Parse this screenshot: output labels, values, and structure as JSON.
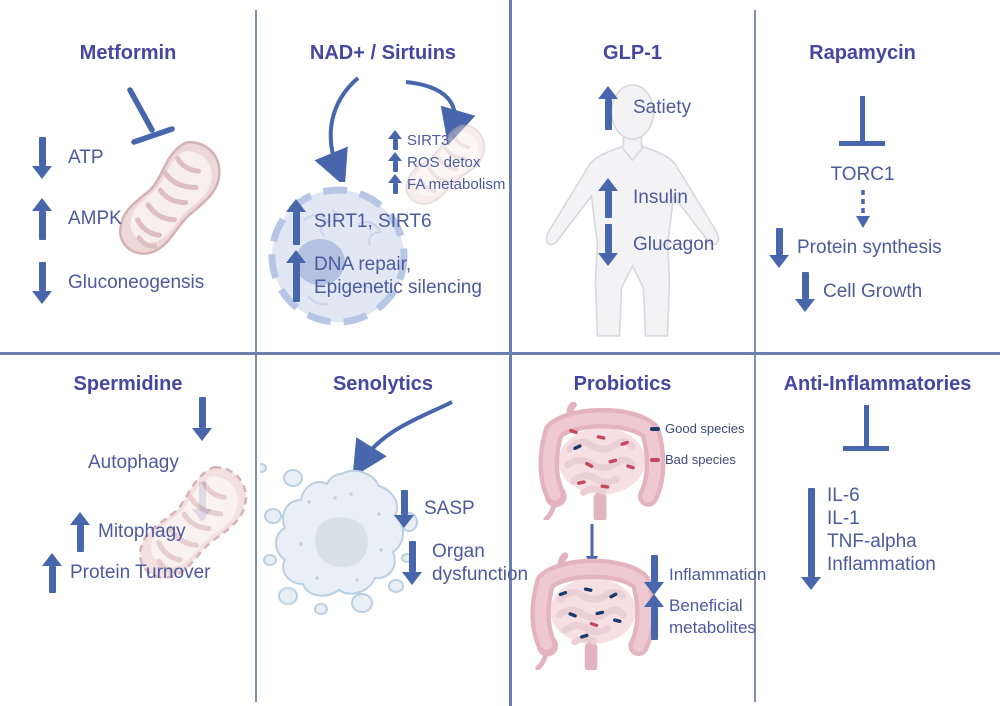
{
  "colors": {
    "title": "#4547a0",
    "body_text": "#4d5a9e",
    "arrow": "#4766ab",
    "divider": "#7d90b4",
    "good_species": "#1e3a6d",
    "bad_species": "#c44a60",
    "mitochondrion": "#eed8d7",
    "nucleus": "#e1e8f4",
    "senescent_cell": "#e9eff6",
    "intestine": "#e3b4bf"
  },
  "panels": {
    "metformin": {
      "title": "Metformin",
      "items": [
        {
          "direction": "down",
          "label": "ATP"
        },
        {
          "direction": "up",
          "label": "AMPK"
        },
        {
          "direction": "down",
          "label": "Gluconeogensis"
        }
      ]
    },
    "nad_sirtuins": {
      "title": "NAD+ / Sirtuins",
      "mito_items": [
        {
          "direction": "up",
          "label": "SIRT3"
        },
        {
          "direction": "up",
          "label": "ROS detox"
        },
        {
          "direction": "up",
          "label": "FA metabolism"
        }
      ],
      "nucleus_item1": "SIRT1, SIRT6",
      "nucleus_item2_line1": "DNA repair,",
      "nucleus_item2_line2": "Epigenetic silencing"
    },
    "glp1": {
      "title": "GLP-1",
      "satiety": "Satiety",
      "insulin": "Insulin",
      "glucagon": "Glucagon"
    },
    "rapamycin": {
      "title": "Rapamycin",
      "target": "TORC1",
      "protein_synthesis": "Protein synthesis",
      "cell_growth": "Cell Growth"
    },
    "spermidine": {
      "title": "Spermidine",
      "autophagy": "Autophagy",
      "mitophagy": "Mitophagy",
      "protein_turnover": "Protein Turnover"
    },
    "senolytics": {
      "title": "Senolytics",
      "sasp": "SASP",
      "organ_line1": "Organ",
      "organ_line2": "dysfunction"
    },
    "probiotics": {
      "title": "Probiotics",
      "legend_good": "Good species",
      "legend_bad": "Bad species",
      "inflammation": "Inflammation",
      "beneficial_line1": "Beneficial",
      "beneficial_line2": "metabolites"
    },
    "anti_inflammatories": {
      "title": "Anti-Inflammatories",
      "list": [
        "IL-6",
        "IL-1",
        "TNF-alpha",
        "Inflammation"
      ]
    }
  }
}
